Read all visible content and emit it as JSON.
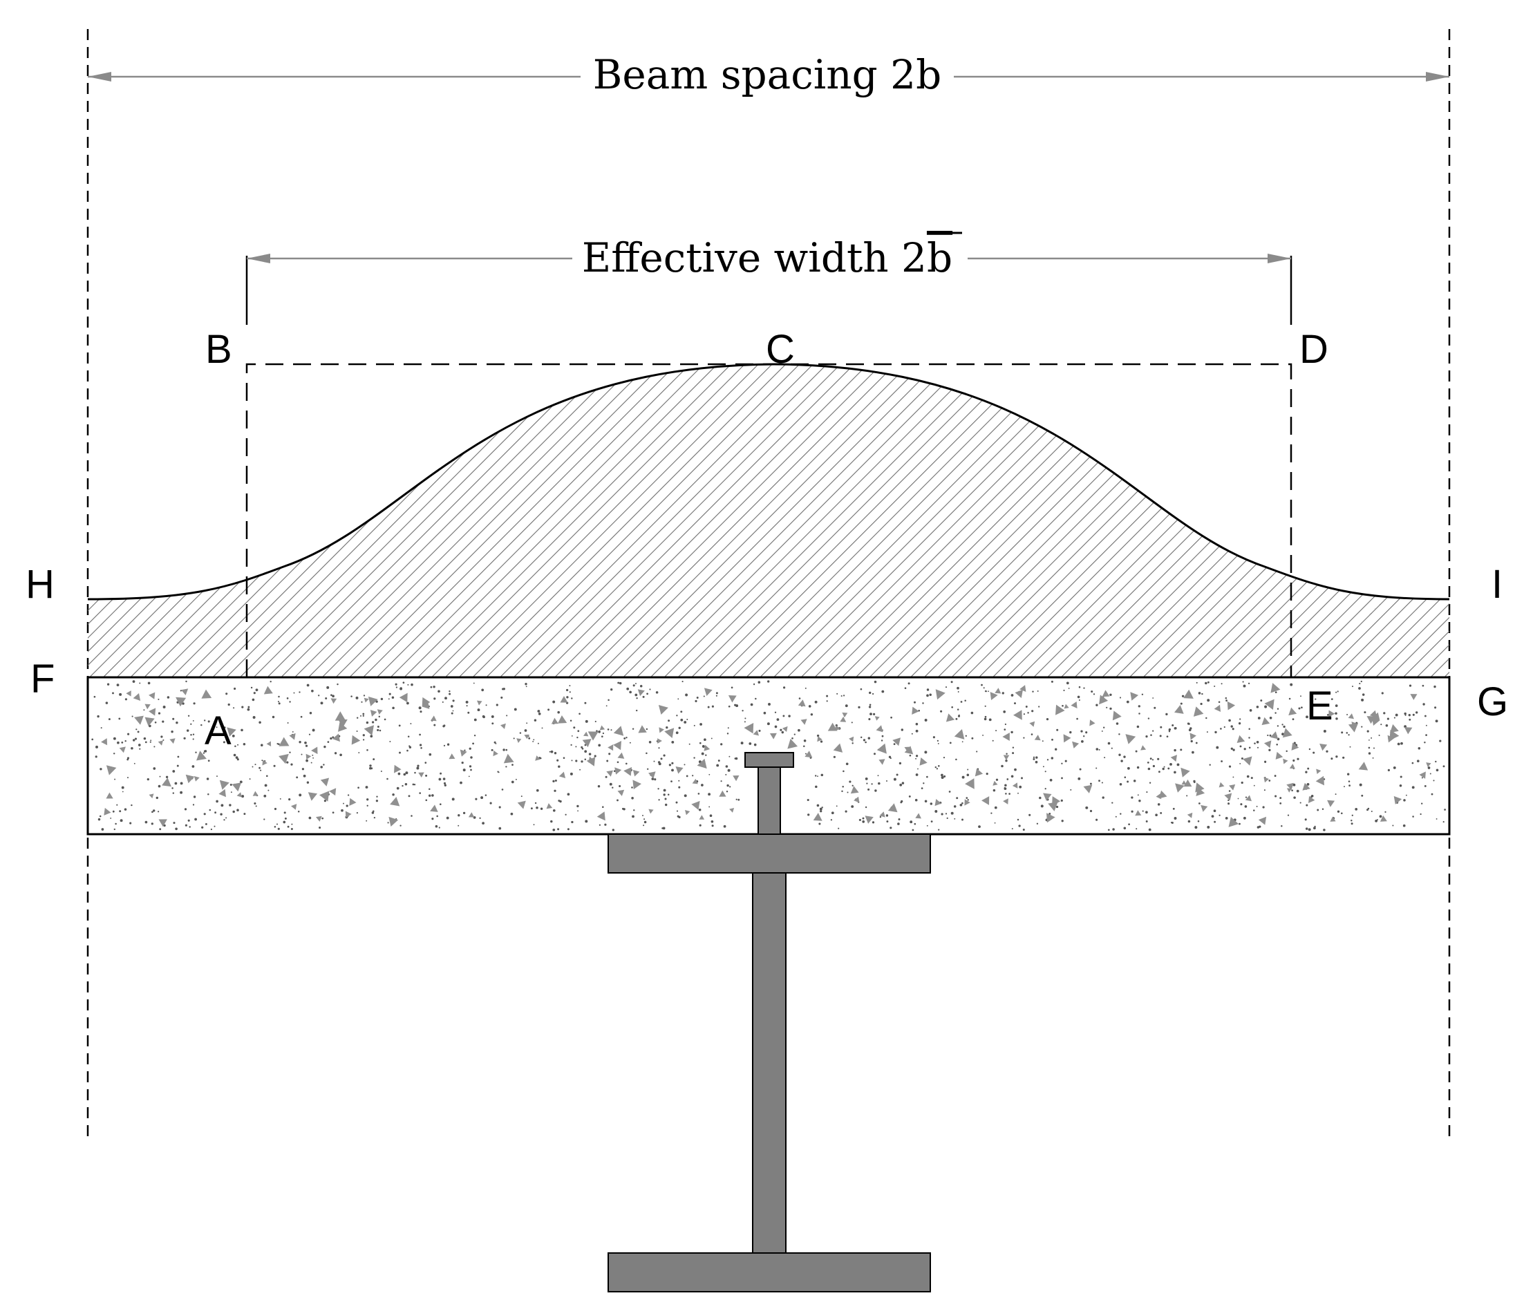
{
  "dimensions": {
    "beam_spacing": "Beam spacing 2b",
    "effective_width_prefix": "Effective width 2",
    "effective_width_symbol": "b"
  },
  "points": {
    "A": "A",
    "B": "B",
    "C": "C",
    "D": "D",
    "E": "E",
    "F": "F",
    "G": "G",
    "H": "H",
    "I": "I"
  },
  "colors": {
    "line": "#000000",
    "dimension_line": "#8a8a8a",
    "steel": "#7f7f7f",
    "hatch": "#6e6e6e",
    "aggregate": "#909090"
  }
}
